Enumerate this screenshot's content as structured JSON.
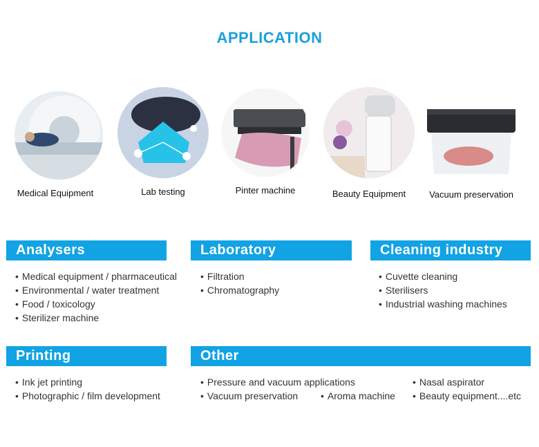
{
  "title": "APPLICATION",
  "accent_color": "#11a3e3",
  "title_color": "#1aa0dc",
  "applications": [
    {
      "label": "Medical Equipment",
      "icon": "ct-scanner-photo"
    },
    {
      "label": "Lab testing",
      "icon": "lab-glove-photo"
    },
    {
      "label": "Pinter machine",
      "icon": "printer-photo"
    },
    {
      "label": "Beauty Equipment",
      "icon": "beauty-device-photo"
    },
    {
      "label": "Vacuum preservation",
      "icon": "vacuum-sealer-photo"
    }
  ],
  "sections": {
    "analysers": {
      "title": "Analysers",
      "items": [
        "Medical equipment / pharmaceutical",
        "Environmental / water treatment",
        "Food / toxicology",
        "Sterilizer machine"
      ]
    },
    "laboratory": {
      "title": "Laboratory",
      "items": [
        "Filtration",
        "Chromatography"
      ]
    },
    "cleaning": {
      "title": "Cleaning industry",
      "items": [
        "Cuvette cleaning",
        "Sterilisers",
        "Industrial washing machines"
      ]
    },
    "printing": {
      "title": "Printing",
      "items": [
        "Ink jet printing",
        "Photographic / film development"
      ]
    },
    "other": {
      "title": "Other",
      "items": [
        "Pressure and vacuum applications",
        "Vacuum preservation",
        "Aroma machine",
        "Nasal aspirator",
        "Beauty equipment....etc"
      ]
    }
  }
}
